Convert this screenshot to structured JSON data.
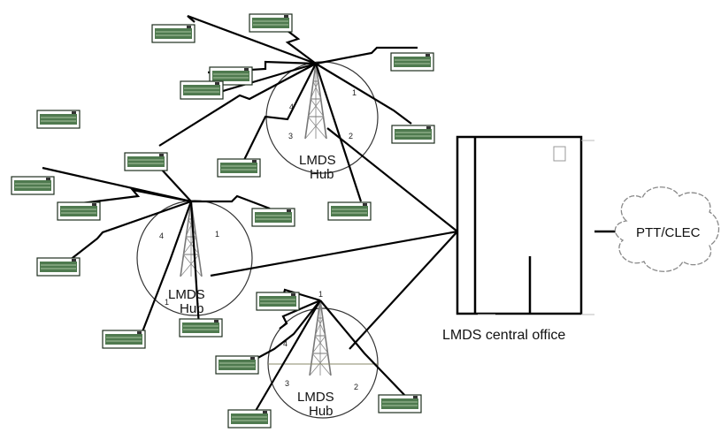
{
  "hubs": [
    {
      "id": "hub-1",
      "line1": "LMDS",
      "line2": "Hub",
      "sectors": [
        "1",
        "2",
        "3",
        "4"
      ]
    },
    {
      "id": "hub-2",
      "line1": "LMDS",
      "line2": "Hub",
      "sectors": [
        "1",
        "4",
        "1"
      ]
    },
    {
      "id": "hub-3",
      "line1": "LMDS",
      "line2": "Hub",
      "sectors": [
        "1",
        "4",
        "3",
        "2"
      ]
    }
  ],
  "central_office": {
    "label": "LMDS central office"
  },
  "external_network": {
    "label": "PTT/CLEC"
  },
  "colors": {
    "terminal_fill": "#4f7a4f",
    "terminal_stripe": "#a8c4a0",
    "terminal_border": "#1e2e1e",
    "line": "#000000",
    "hub_circle": "#333333",
    "tower": "#777777",
    "cloud": "#888888"
  },
  "icons": [
    "subscriber-terminal-icon",
    "lattice-tower-icon",
    "lightning-link-icon",
    "cloud-icon",
    "central-office-building-icon"
  ]
}
